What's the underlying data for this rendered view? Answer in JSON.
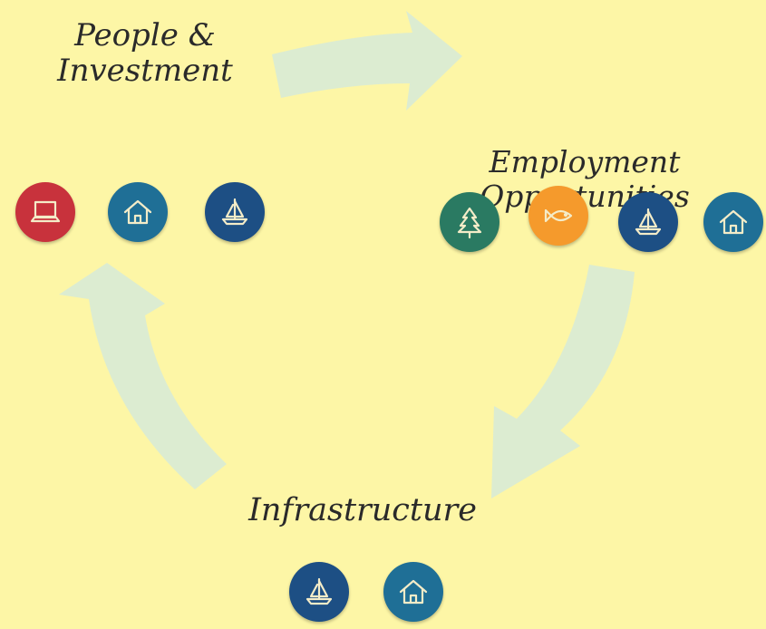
{
  "labels": {
    "people": "People &\nInvestment",
    "employment": "Employment\nOpportunities",
    "infrastructure": "Infrastructure"
  },
  "colors": {
    "background": "#fdf6a6",
    "arrow": "#d8ebd6",
    "red_badge": "#c8323c",
    "blue_badge": "#1f6f96",
    "navy_badge": "#1d4f84",
    "green_badge": "#2a7a62",
    "orange_badge": "#f59a2c",
    "icon_stroke": "#f4ecc8"
  },
  "icons": {
    "people": [
      "laptop-icon",
      "house-icon",
      "sailboat-icon"
    ],
    "employment": [
      "tree-icon",
      "fish-icon",
      "sailboat-icon",
      "house-icon"
    ],
    "infrastructure": [
      "sailboat-icon",
      "house-icon"
    ]
  }
}
